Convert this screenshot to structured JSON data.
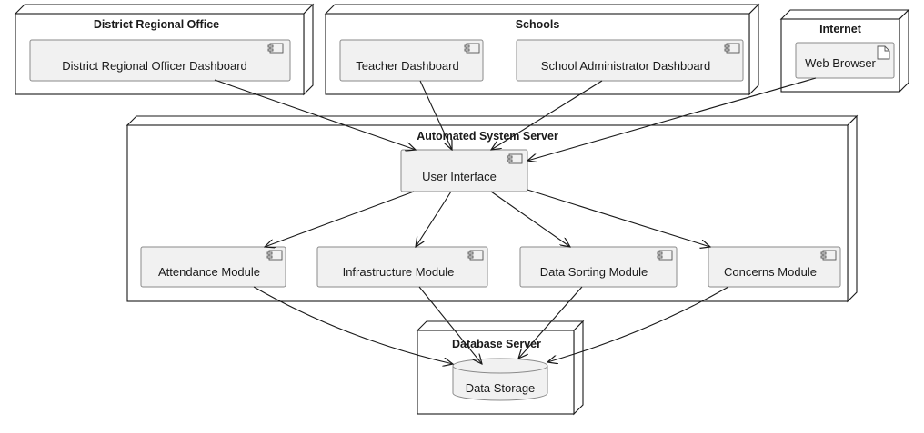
{
  "diagram": {
    "nodes": {
      "district_office": {
        "title": "District Regional Office"
      },
      "schools": {
        "title": "Schools"
      },
      "internet": {
        "title": "Internet"
      },
      "server": {
        "title": "Automated System Server"
      },
      "database_server": {
        "title": "Database Server"
      }
    },
    "components": {
      "district_dashboard": {
        "label": "District Regional Officer Dashboard",
        "icon": "component-icon"
      },
      "teacher_dashboard": {
        "label": "Teacher Dashboard",
        "icon": "component-icon"
      },
      "admin_dashboard": {
        "label": "School Administrator Dashboard",
        "icon": "component-icon"
      },
      "web_browser": {
        "label": "Web Browser",
        "icon": "document-icon"
      },
      "user_interface": {
        "label": "User Interface",
        "icon": "component-icon"
      },
      "attendance_module": {
        "label": "Attendance Module",
        "icon": "component-icon"
      },
      "infrastructure_module": {
        "label": "Infrastructure Module",
        "icon": "component-icon"
      },
      "sorting_module": {
        "label": "Data Sorting Module",
        "icon": "component-icon"
      },
      "concerns_module": {
        "label": "Concerns Module",
        "icon": "component-icon"
      },
      "data_storage": {
        "label": "Data Storage",
        "icon": "database-icon"
      }
    },
    "edges": [
      {
        "from": "District Regional Officer Dashboard",
        "to": "User Interface"
      },
      {
        "from": "Teacher Dashboard",
        "to": "User Interface"
      },
      {
        "from": "School Administrator Dashboard",
        "to": "User Interface"
      },
      {
        "from": "Web Browser",
        "to": "User Interface"
      },
      {
        "from": "User Interface",
        "to": "Attendance Module"
      },
      {
        "from": "User Interface",
        "to": "Infrastructure Module"
      },
      {
        "from": "User Interface",
        "to": "Data Sorting Module"
      },
      {
        "from": "User Interface",
        "to": "Concerns Module"
      },
      {
        "from": "Attendance Module",
        "to": "Data Storage"
      },
      {
        "from": "Infrastructure Module",
        "to": "Data Storage"
      },
      {
        "from": "Data Sorting Module",
        "to": "Data Storage"
      },
      {
        "from": "Concerns Module",
        "to": "Data Storage"
      }
    ]
  }
}
